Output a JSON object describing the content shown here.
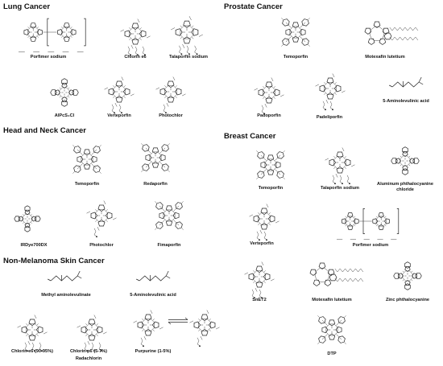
{
  "sections": {
    "lung": {
      "title": "Lung Cancer",
      "compounds": [
        "Porfimer sodium",
        "Chlorin e6",
        "Talaporfin sodium",
        "AlPcS₄Cl",
        "Verteporfin",
        "Photochlor"
      ]
    },
    "head_neck": {
      "title": "Head and Neck Cancer",
      "compounds": [
        "Temoporfin",
        "Redaporfin",
        "IRDye700DX",
        "Photochlor",
        "Fimaporfin"
      ]
    },
    "skin": {
      "title": "Non-Melanoma Skin Cancer",
      "compounds": [
        "Methyl aminolevulinate",
        "5-Aminolevulinic acid",
        "Chlorin e6 (90-95%)",
        "Chlorin p6 (5-7%)",
        "Purpurine (1-5%)"
      ],
      "group_label": "Radachlorin"
    },
    "prostate": {
      "title": "Prostate Cancer",
      "compounds": [
        "Temoporfin",
        "Motexafin lutetium",
        "Padoporfin",
        "Padeliporfin",
        "5-Aminolevulinic acid"
      ]
    },
    "breast": {
      "title": "Breast Cancer",
      "compounds": [
        "Temoporfin",
        "Talaporfin sodium",
        "Aluminum phthalocyanine chloride",
        "Verteporfin",
        "Porfimer sodium",
        "SnET2",
        "Motexafin lutetium",
        "Zinc phthalocyanine",
        "DTP"
      ]
    }
  }
}
